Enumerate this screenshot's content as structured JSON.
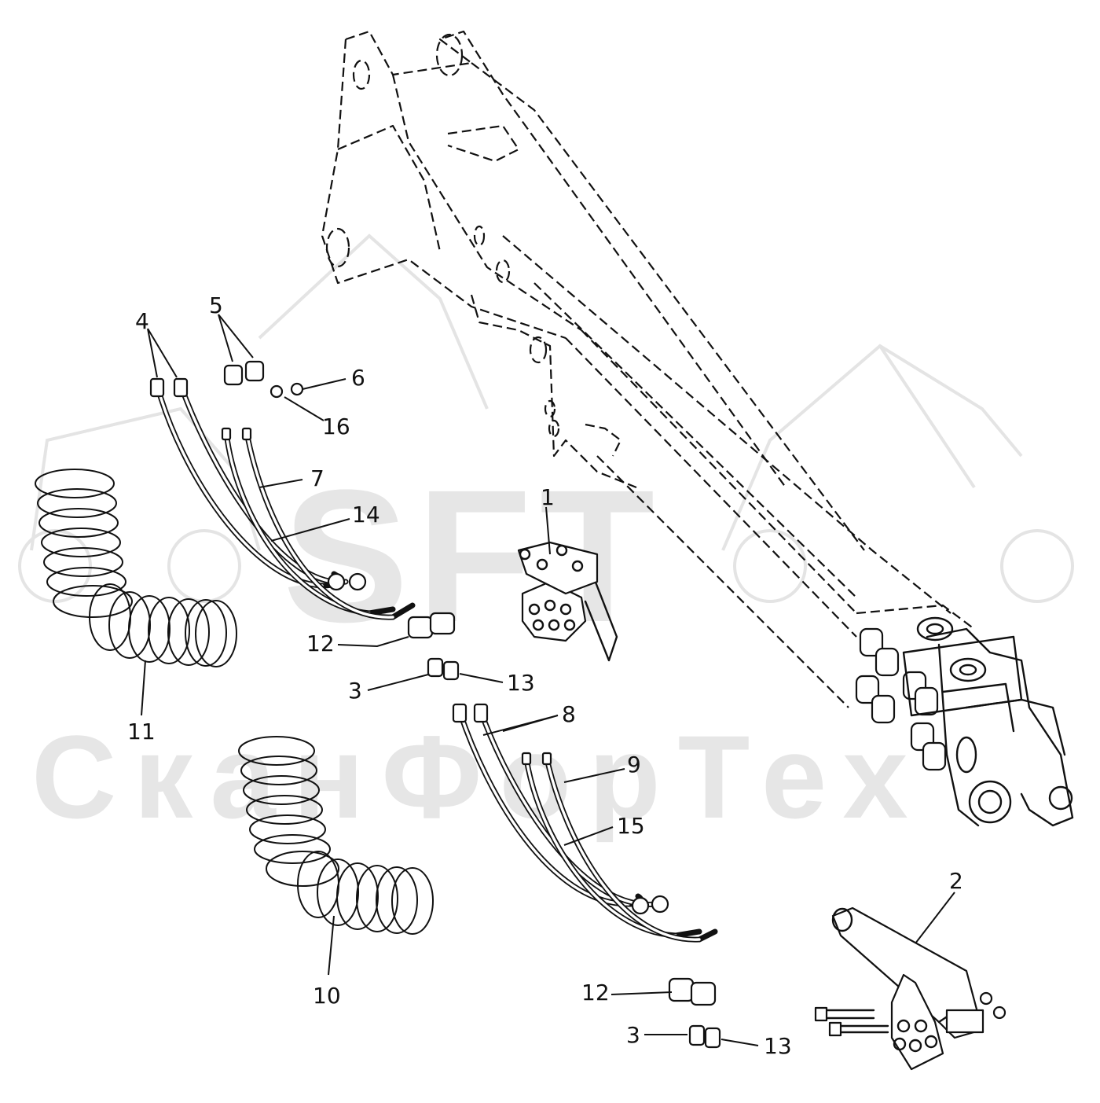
{
  "watermark": {
    "logo": "SFT",
    "company": "СканФорТех",
    "color": "#e6e6e6"
  },
  "callouts": {
    "c1": "1",
    "c2": "2",
    "c3a": "3",
    "c3b": "3",
    "c4": "4",
    "c5": "5",
    "c6": "6",
    "c7": "7",
    "c8": "8",
    "c9": "9",
    "c10": "10",
    "c11": "11",
    "c12a": "12",
    "c12b": "12",
    "c13a": "13",
    "c13b": "13",
    "c14": "14",
    "c15": "15",
    "c16": "16"
  },
  "colors": {
    "line": "#111111",
    "background": "#ffffff"
  }
}
